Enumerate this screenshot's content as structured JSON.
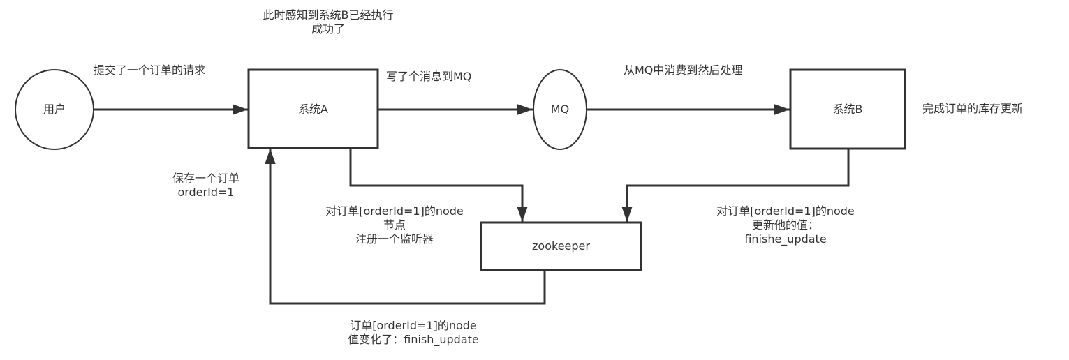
{
  "nodes": {
    "user": {
      "label": "用户",
      "shape": "circle"
    },
    "system_a": {
      "label": "系统A",
      "shape": "rectangle"
    },
    "mq": {
      "label": "MQ",
      "shape": "circle"
    },
    "system_b": {
      "label": "系统B",
      "shape": "rectangle"
    },
    "zookeeper": {
      "label": "zookeeper",
      "shape": "rectangle"
    }
  },
  "edges": [
    {
      "from": "user",
      "to": "system_a",
      "label": "提交了一个订单的请求"
    },
    {
      "from": "system_a",
      "to": "mq",
      "label": "写了个消息到MQ"
    },
    {
      "from": "mq",
      "to": "system_b",
      "label": "从MQ中消费到然后处理"
    },
    {
      "from": "system_a",
      "to": "zookeeper",
      "label_lines": [
        "对订单[orderId=1]的node",
        "节点",
        "注册一个监听器"
      ]
    },
    {
      "from": "system_b",
      "to": "zookeeper",
      "label_lines": [
        "对订单[orderId=1]的node",
        "更新他的值：",
        "finishe_update"
      ]
    },
    {
      "from": "zookeeper",
      "to": "system_a",
      "label_lines": [
        "订单[orderId=1]的node",
        "值变化了：finish_update"
      ]
    }
  ],
  "annotations": {
    "system_a_top": [
      "此时感知到系统B已经执行",
      "成功了"
    ],
    "system_a_left": [
      "保存一个订单",
      "orderId=1"
    ],
    "system_b_right": "完成订单的库存更新"
  },
  "colors": {
    "stroke": "#333333",
    "background": "#ffffff",
    "text": "#333333"
  }
}
